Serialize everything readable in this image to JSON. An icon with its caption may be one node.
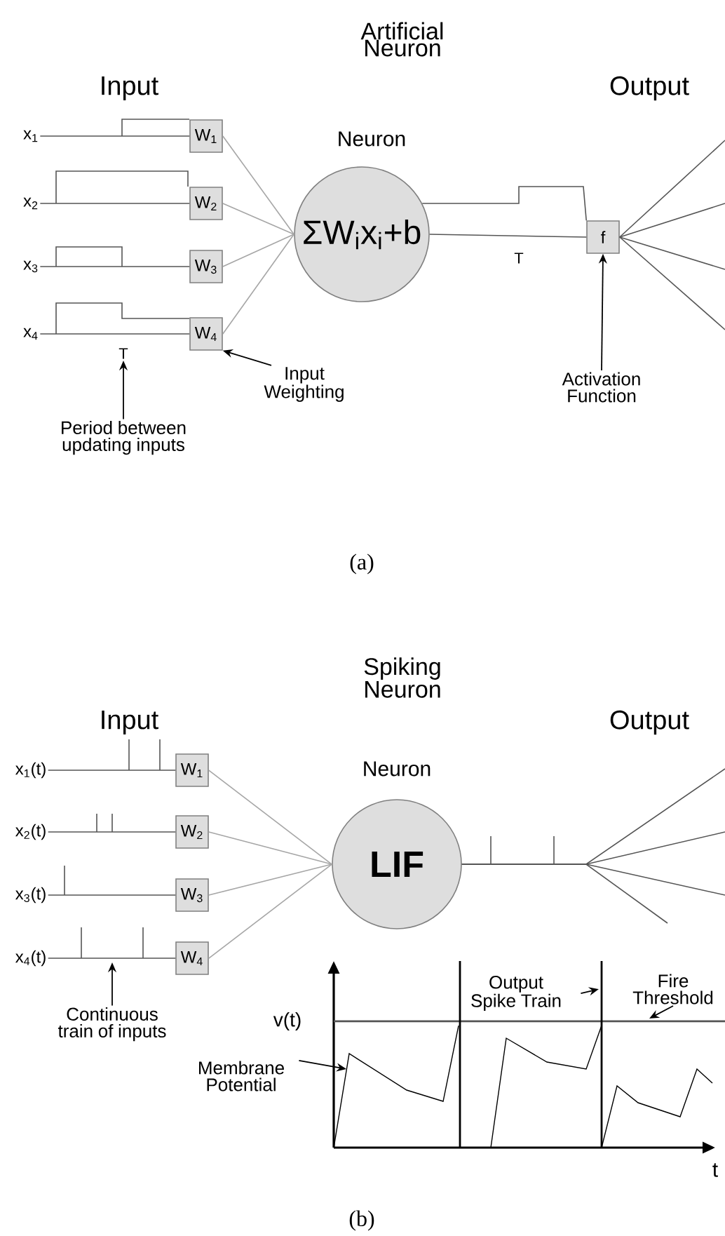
{
  "diagram": {
    "nodes": [
      {
        "text": [
          "x$_{1}$"
        ]
      },
      {
        "text": [
          "x$_{2}$"
        ]
      },
      {
        "text": [
          "x$_{3}$"
        ]
      },
      {
        "text": [
          "x$_{4}$"
        ]
      },
      {
        "text": [
          "W$_{1}$"
        ]
      },
      {
        "text": [
          "W$_{2}$"
        ]
      },
      {
        "text": [
          "W$_{3}$"
        ]
      },
      {
        "text": [
          "W$_{4}$"
        ]
      },
      {
        "text": [
          "Neuron",
          "ΣW$_{i}$x$_{i}$+b"
        ]
      },
      {
        "text": [
          "f"
        ]
      },
      {
        "text": [
          "T"
        ]
      },
      {
        "text": [
          "Period between updating inputs"
        ]
      },
      {
        "text": [
          "Input Weighting"
        ]
      },
      {
        "text": [
          "Activation Function"
        ]
      },
      {
        "text": [
          "x$_{1}$(t)"
        ]
      },
      {
        "text": [
          "x$_{2}$(t)"
        ]
      },
      {
        "text": [
          "x$_{3}$(t)"
        ]
      },
      {
        "text": [
          "x$_{4}$(t)"
        ]
      },
      {
        "text": [
          "W$_{1}$"
        ]
      },
      {
        "text": [
          "W$_{2}$"
        ]
      },
      {
        "text": [
          "W$_{3}$"
        ]
      },
      {
        "text": [
          "W$_{4}$"
        ]
      },
      {
        "text": [
          "Neuron",
          "LIF"
        ]
      },
      {
        "text": [
          "Continuous train of inputs"
        ]
      },
      {
        "text": [
          "Membrane Potential"
        ]
      },
      {
        "text": [
          "Output Spike Train"
        ]
      },
      {
        "text": [
          "Fire Threshold"
        ]
      }
    ],
    "edges": [
      {
        "from": 0,
        "to": 4,
        "arrow": "none"
      },
      {
        "from": 1,
        "to": 5,
        "arrow": "none"
      },
      {
        "from": 2,
        "to": 6,
        "arrow": "none"
      },
      {
        "from": 3,
        "to": 7,
        "arrow": "none"
      },
      {
        "from": 4,
        "to": 8,
        "arrow": "none",
        "color": "#a6a6a6"
      },
      {
        "from": 5,
        "to": 8,
        "arrow": "none",
        "color": "#a6a6a6"
      },
      {
        "from": 6,
        "to": 8,
        "arrow": "none",
        "color": "#a6a6a6"
      },
      {
        "from": 7,
        "to": 8,
        "arrow": "none",
        "color": "#a6a6a6"
      },
      {
        "from": 8,
        "to": 9,
        "arrow": "none"
      },
      {
        "from": 9,
        "to": null,
        "arrow": "none"
      },
      {
        "from": 9,
        "to": null,
        "arrow": "none"
      },
      {
        "from": 9,
        "to": null,
        "arrow": "none"
      },
      {
        "from": 9,
        "to": null,
        "arrow": "none"
      },
      {
        "from": 11,
        "to": 10,
        "arrow": "to",
        "color": "#000000"
      },
      {
        "from": 12,
        "to": 7,
        "arrow": "to",
        "color": "#000000"
      },
      {
        "from": 13,
        "to": 9,
        "arrow": "to",
        "color": "#000000"
      },
      {
        "from": 14,
        "to": 18,
        "arrow": "none"
      },
      {
        "from": 15,
        "to": 19,
        "arrow": "none"
      },
      {
        "from": 16,
        "to": 20,
        "arrow": "none"
      },
      {
        "from": 17,
        "to": 21,
        "arrow": "none"
      },
      {
        "from": 18,
        "to": 22,
        "arrow": "none",
        "color": "#a6a6a6"
      },
      {
        "from": 19,
        "to": 22,
        "arrow": "none",
        "color": "#a6a6a6"
      },
      {
        "from": 20,
        "to": 22,
        "arrow": "none",
        "color": "#a6a6a6"
      },
      {
        "from": 21,
        "to": 22,
        "arrow": "none",
        "color": "#a6a6a6"
      },
      {
        "from": 22,
        "to": null,
        "arrow": "none"
      },
      {
        "from": 22,
        "to": null,
        "arrow": "none"
      },
      {
        "from": 22,
        "to": null,
        "arrow": "none"
      },
      {
        "from": 22,
        "to": null,
        "arrow": "none"
      },
      {
        "from": 23,
        "to": null,
        "arrow": "to",
        "color": "#000000"
      },
      {
        "from": 24,
        "to": null,
        "arrow": "to",
        "color": "#000000"
      },
      {
        "from": 25,
        "to": null,
        "arrow": "to",
        "color": "#000000"
      },
      {
        "from": 26,
        "to": null,
        "arrow": "to",
        "color": "#000000"
      }
    ],
    "labels": [
      "Artificial Neuron",
      "Input",
      "Output",
      "T",
      "(a)",
      "Spiking Neuron",
      "Input",
      "Output",
      "v(t)",
      "t",
      "(b)"
    ]
  }
}
